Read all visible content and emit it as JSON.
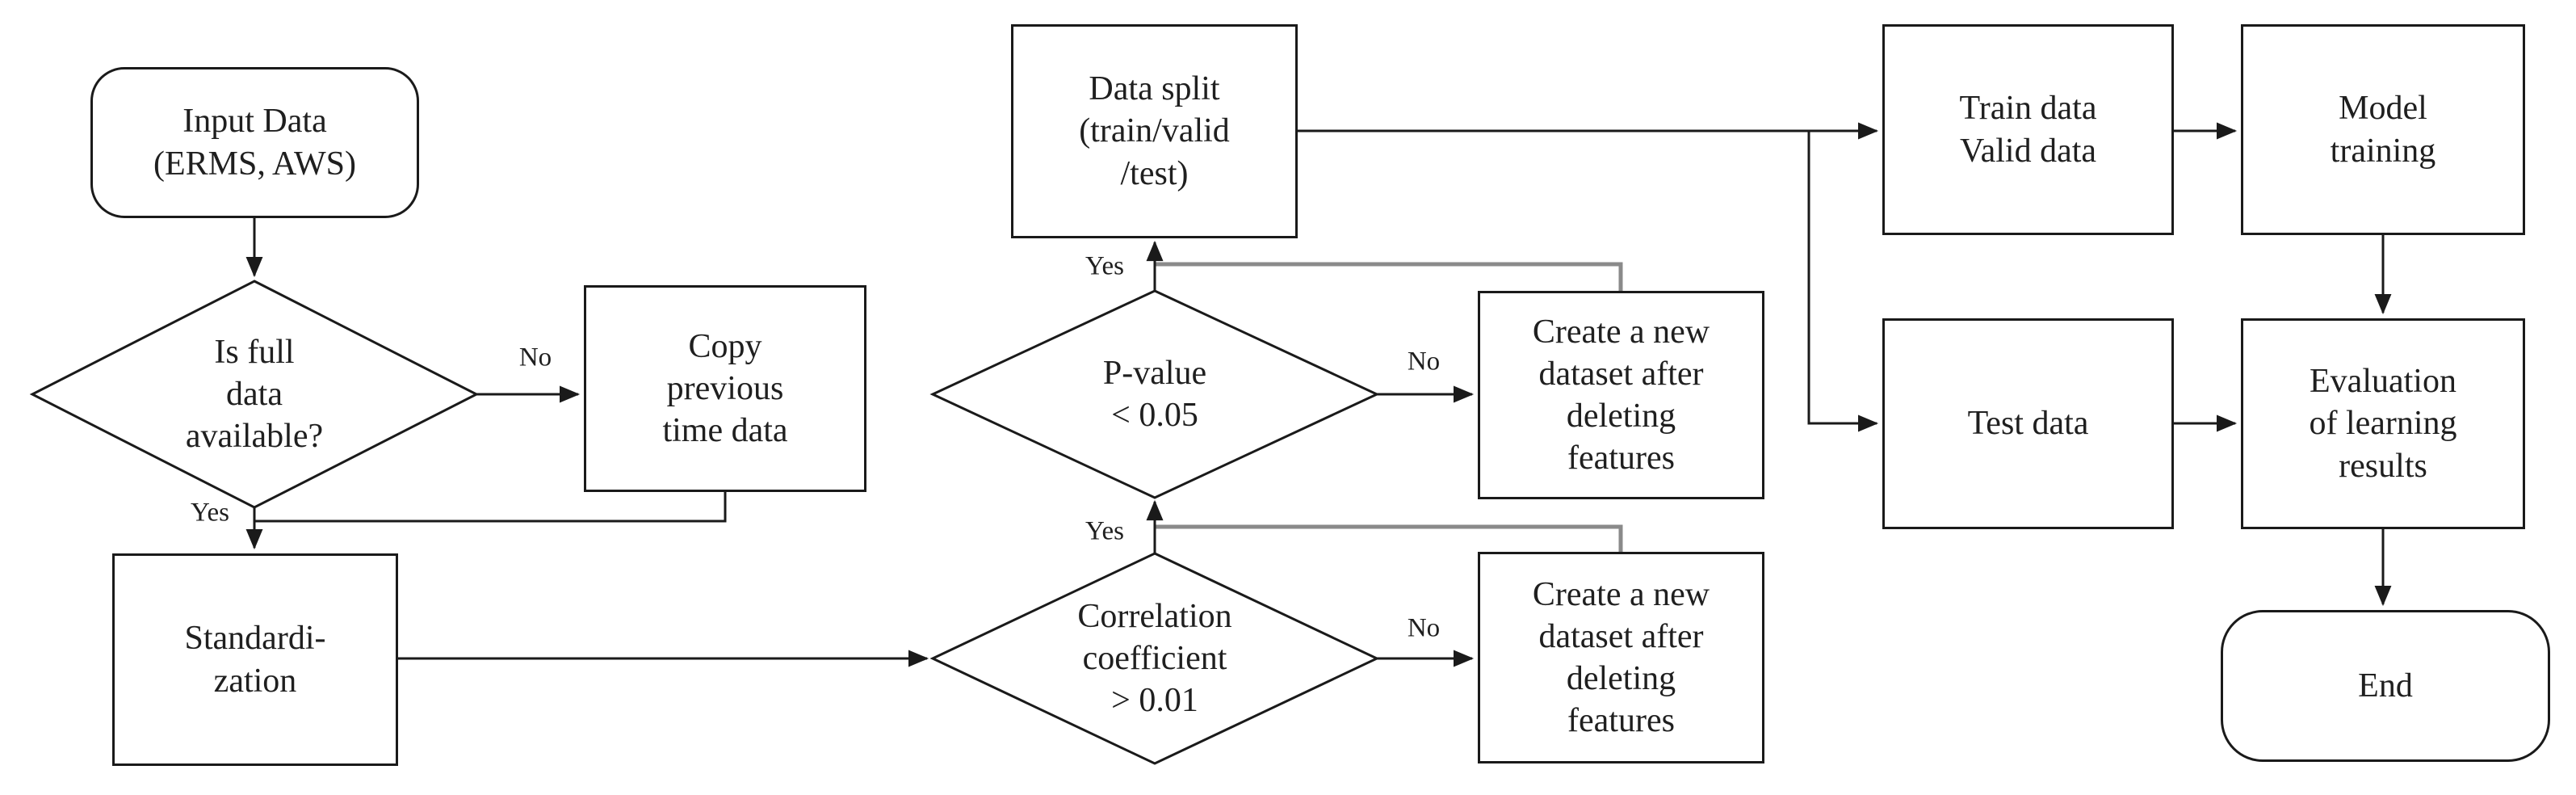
{
  "diagram": {
    "title": "Machine learning data pipeline flowchart",
    "nodes": {
      "input": {
        "label": "Input Data\n(ERMS, AWS)"
      },
      "availability": {
        "label": "Is full\ndata\navailable?"
      },
      "copy_previous": {
        "label": "Copy\nprevious\ntime data"
      },
      "standardization": {
        "label": "Standardi-\nzation"
      },
      "data_split": {
        "label": "Data split\n(train/valid\n/test)"
      },
      "p_value": {
        "label": "P-value\n< 0.05"
      },
      "create_dataset_top": {
        "label": "Create a new\ndataset after\ndeleting\nfeatures"
      },
      "correlation": {
        "label": "Correlation\ncoefficient\n> 0.01"
      },
      "create_dataset_bottom": {
        "label": "Create a new\ndataset after\ndeleting\nfeatures"
      },
      "train_valid": {
        "label": "Train data\nValid data"
      },
      "model_training": {
        "label": "Model\ntraining"
      },
      "test_data": {
        "label": "Test data"
      },
      "evaluation": {
        "label": "Evaluation\nof learning\nresults"
      },
      "end": {
        "label": "End"
      }
    },
    "edge_labels": {
      "availability_yes": "Yes",
      "availability_no": "No",
      "p_value_yes": "Yes",
      "p_value_no": "No",
      "correlation_yes": "Yes",
      "correlation_no": "No"
    },
    "colors": {
      "line": "#1a1a1a",
      "loop": "#8a8a8a",
      "text": "#1f1f1f",
      "bg": "#ffffff"
    }
  }
}
